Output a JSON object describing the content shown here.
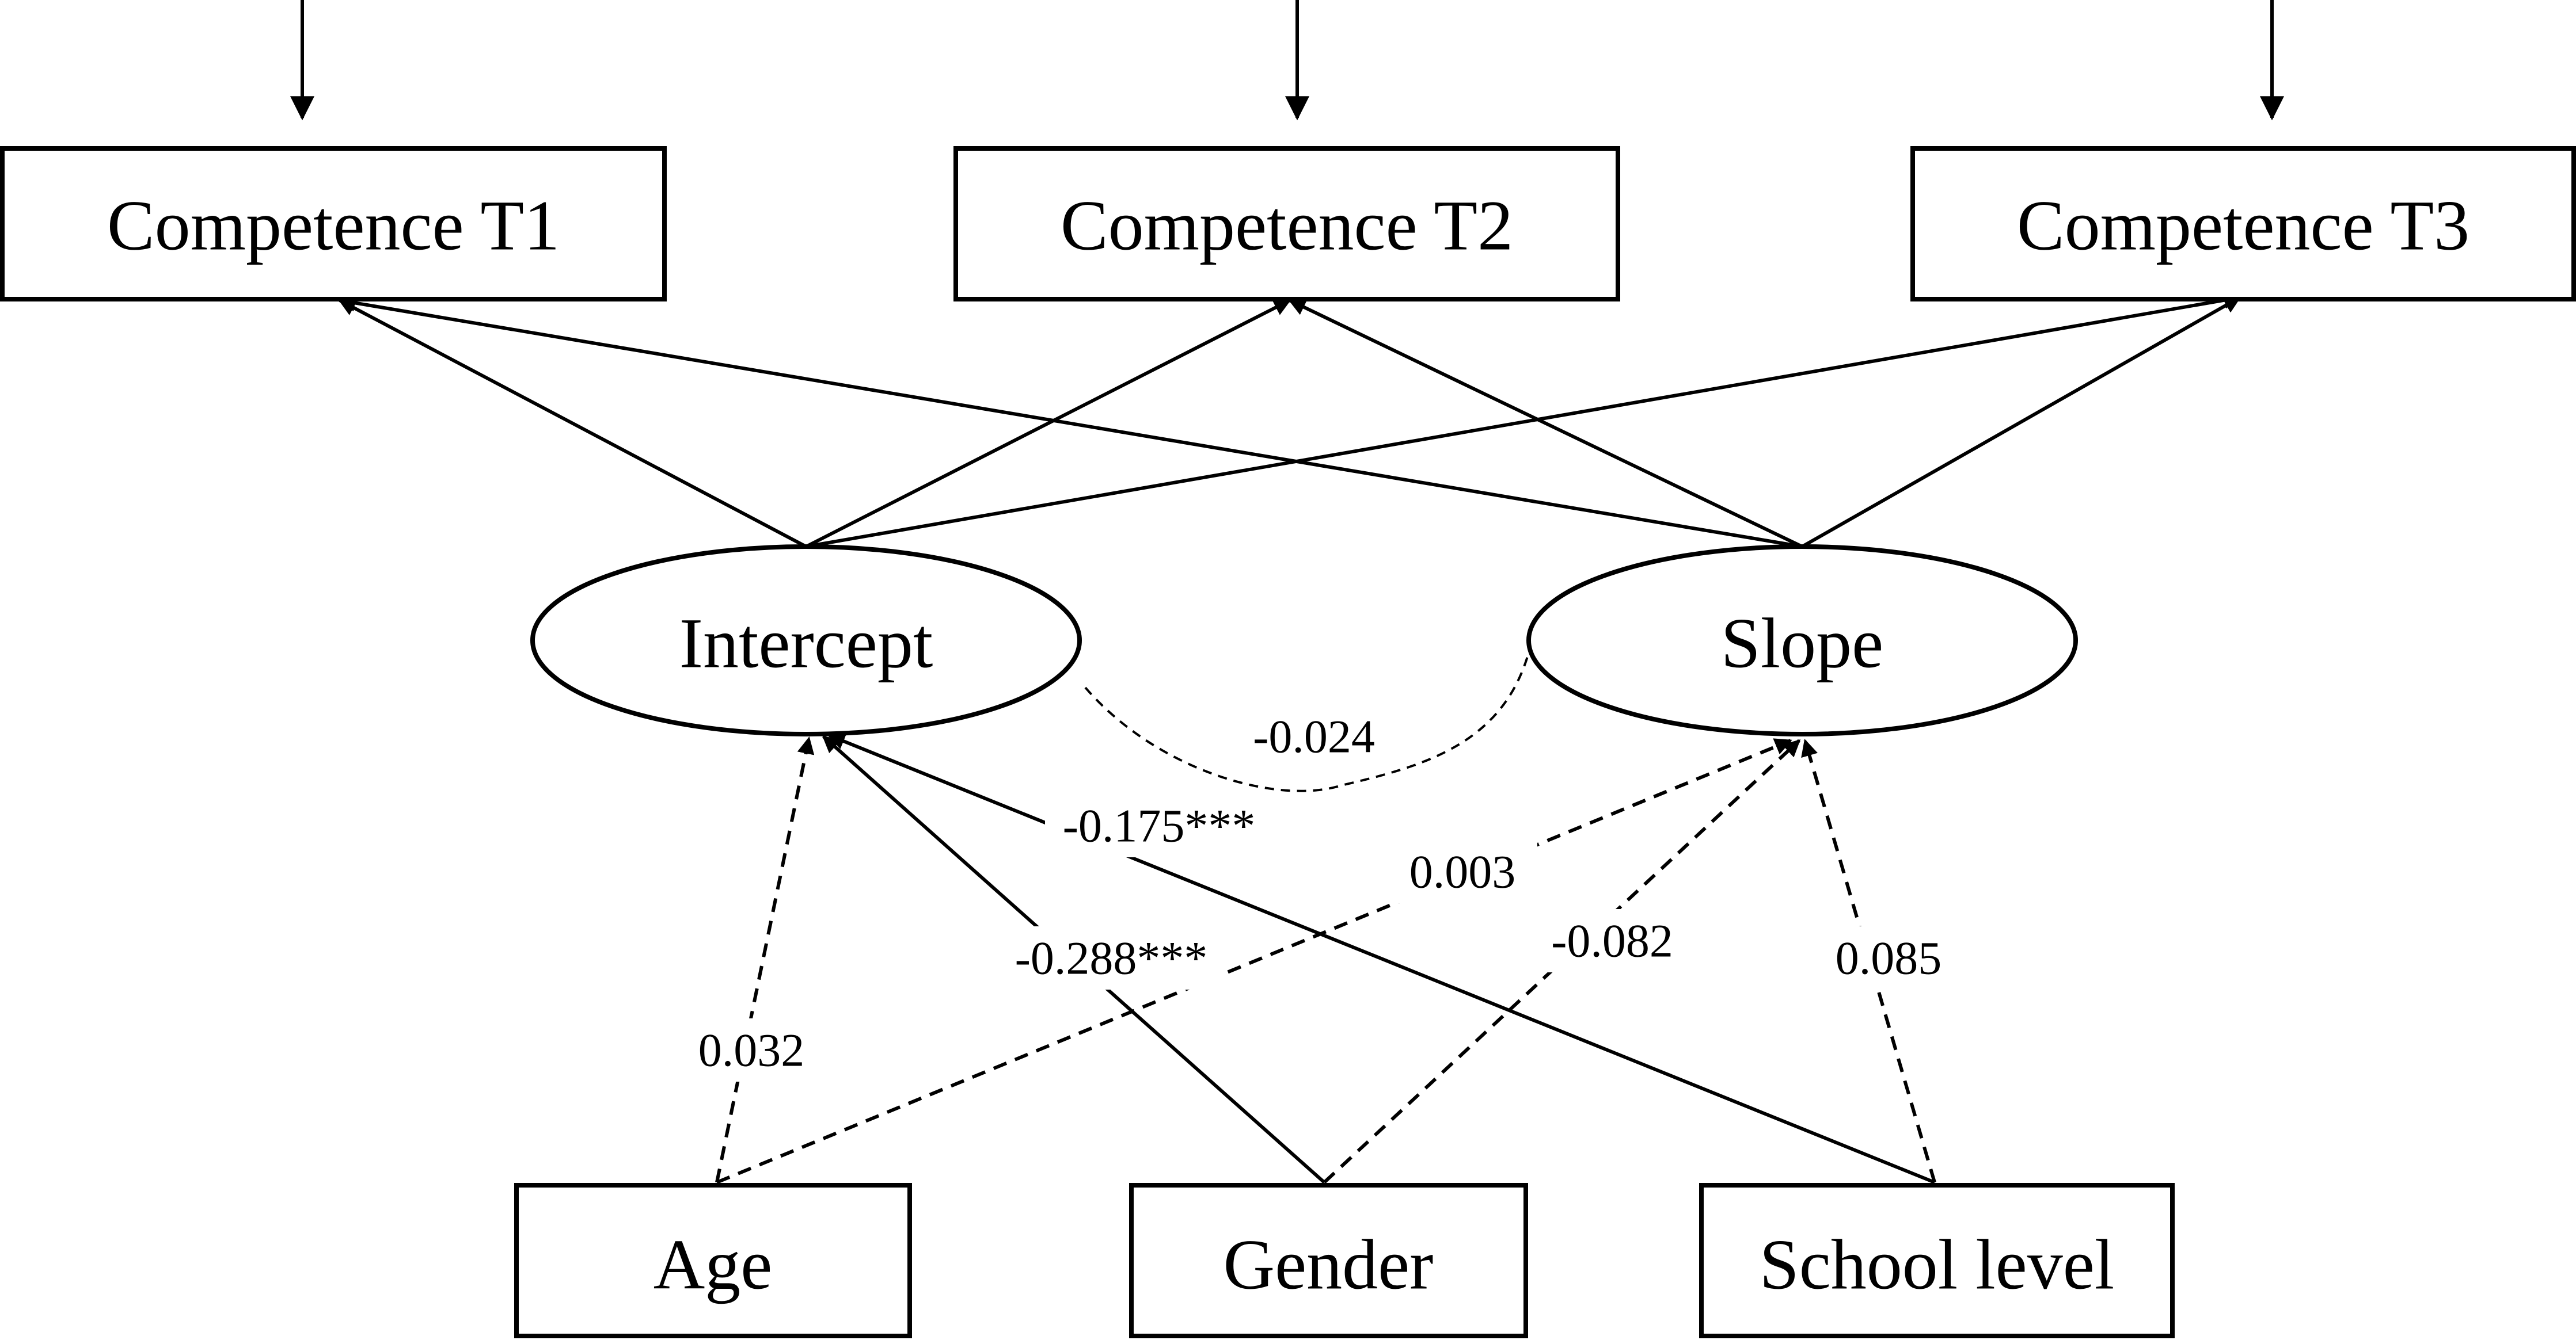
{
  "nodes": {
    "competence_t1": "Competence T1",
    "competence_t2": "Competence T2",
    "competence_t3": "Competence T3",
    "intercept": "Intercept",
    "slope": "Slope",
    "age": "Age",
    "gender": "Gender",
    "school_level": "School level"
  },
  "coefficients": {
    "intercept_slope": "-0.024",
    "school_level_intercept": "-0.175***",
    "age_slope": "0.003",
    "gender_intercept": "-0.288***",
    "gender_slope": "-0.082",
    "school_level_slope": "0.085",
    "age_intercept": "0.032"
  }
}
